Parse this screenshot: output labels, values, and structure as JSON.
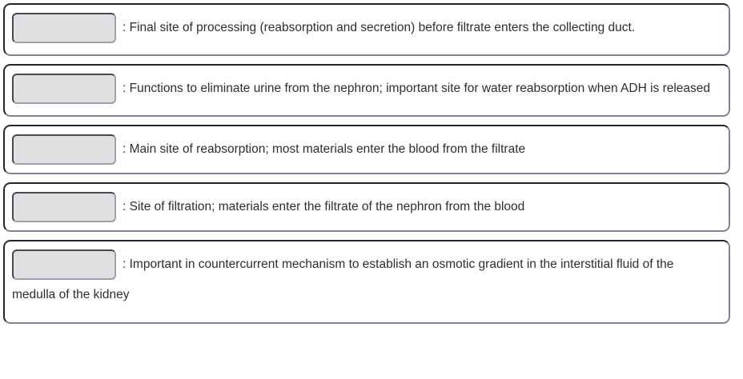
{
  "background_color": "#ffffff",
  "card_border_color": "#23272e",
  "card_border_shadow_color": "#7b8593",
  "slot_fill_color": "#e0e0e0",
  "text_color": "#2b2f33",
  "cards": [
    {
      "slot_value": "",
      "slot_placeholder": "",
      "text": ": Final site of processing (reabsorption and secretion) before filtrate enters the collecting duct."
    },
    {
      "slot_value": "",
      "slot_placeholder": "",
      "text": ": Functions to eliminate urine from the nephron; important site for water reabsorption when ADH is released"
    },
    {
      "slot_value": "",
      "slot_placeholder": "",
      "text": ": Main site of reabsorption; most materials enter the blood from the filtrate"
    },
    {
      "slot_value": "",
      "slot_placeholder": "",
      "text": ": Site of filtration; materials enter the filtrate of the nephron from the blood"
    },
    {
      "slot_value": "",
      "slot_placeholder": "",
      "text": ": Important in countercurrent mechanism to establish an osmotic gradient in the interstitial fluid of the medulla of the kidney"
    }
  ]
}
